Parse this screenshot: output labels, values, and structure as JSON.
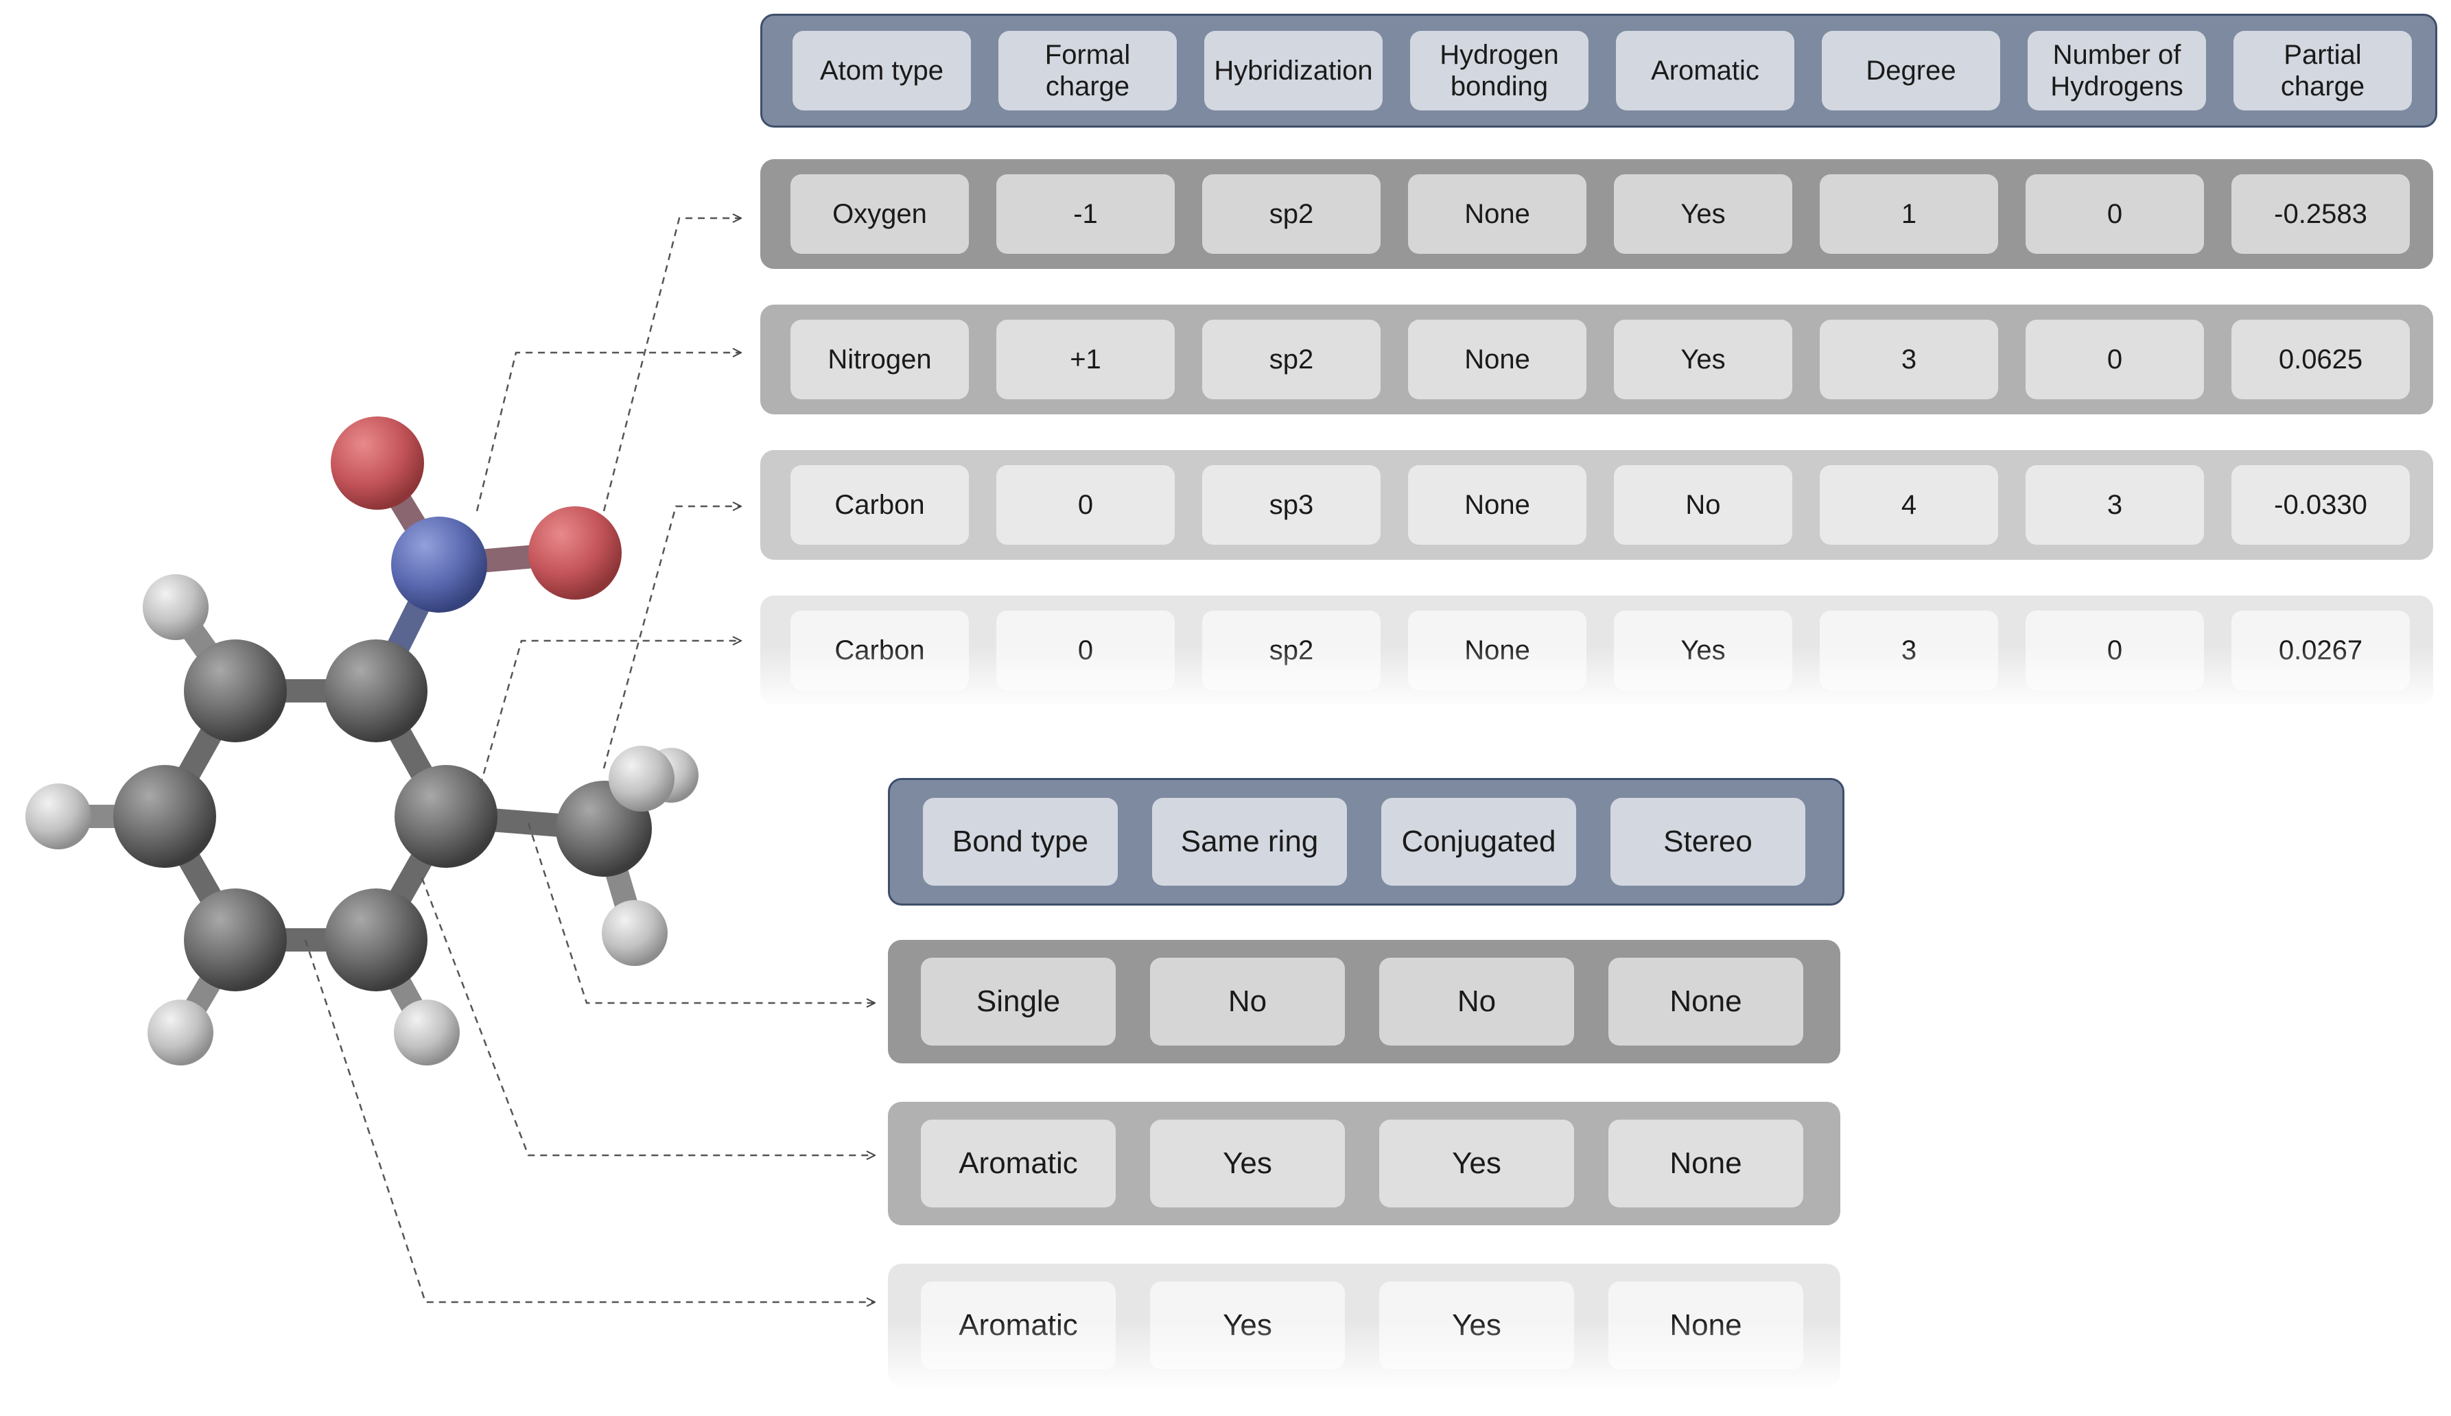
{
  "atom_table": {
    "headers": [
      "Atom type",
      "Formal\ncharge",
      "Hybridization",
      "Hydrogen\nbonding",
      "Aromatic",
      "Degree",
      "Number of\nHydrogens",
      "Partial\ncharge"
    ],
    "rows": [
      [
        "Oxygen",
        "-1",
        "sp2",
        "None",
        "Yes",
        "1",
        "0",
        "-0.2583"
      ],
      [
        "Nitrogen",
        "+1",
        "sp2",
        "None",
        "Yes",
        "3",
        "0",
        "0.0625"
      ],
      [
        "Carbon",
        "0",
        "sp3",
        "None",
        "No",
        "4",
        "3",
        "-0.0330"
      ],
      [
        "Carbon",
        "0",
        "sp2",
        "None",
        "Yes",
        "3",
        "0",
        "0.0267"
      ]
    ]
  },
  "bond_table": {
    "headers": [
      "Bond type",
      "Same ring",
      "Conjugated",
      "Stereo"
    ],
    "rows": [
      [
        "Single",
        "No",
        "No",
        "None"
      ],
      [
        "Aromatic",
        "Yes",
        "Yes",
        "None"
      ],
      [
        "Aromatic",
        "Yes",
        "Yes",
        "None"
      ]
    ]
  },
  "colors": {
    "header_band": "#7d8aa0",
    "header_border": "#3f4f6b",
    "oxygen": "#c9585c",
    "nitrogen": "#5c6bb2",
    "carbon": "#6b6b6b",
    "hydrogen": "#c8c8c8"
  },
  "icons": {
    "molecule": "2-methylnitrobenzene ball-and-stick model"
  }
}
